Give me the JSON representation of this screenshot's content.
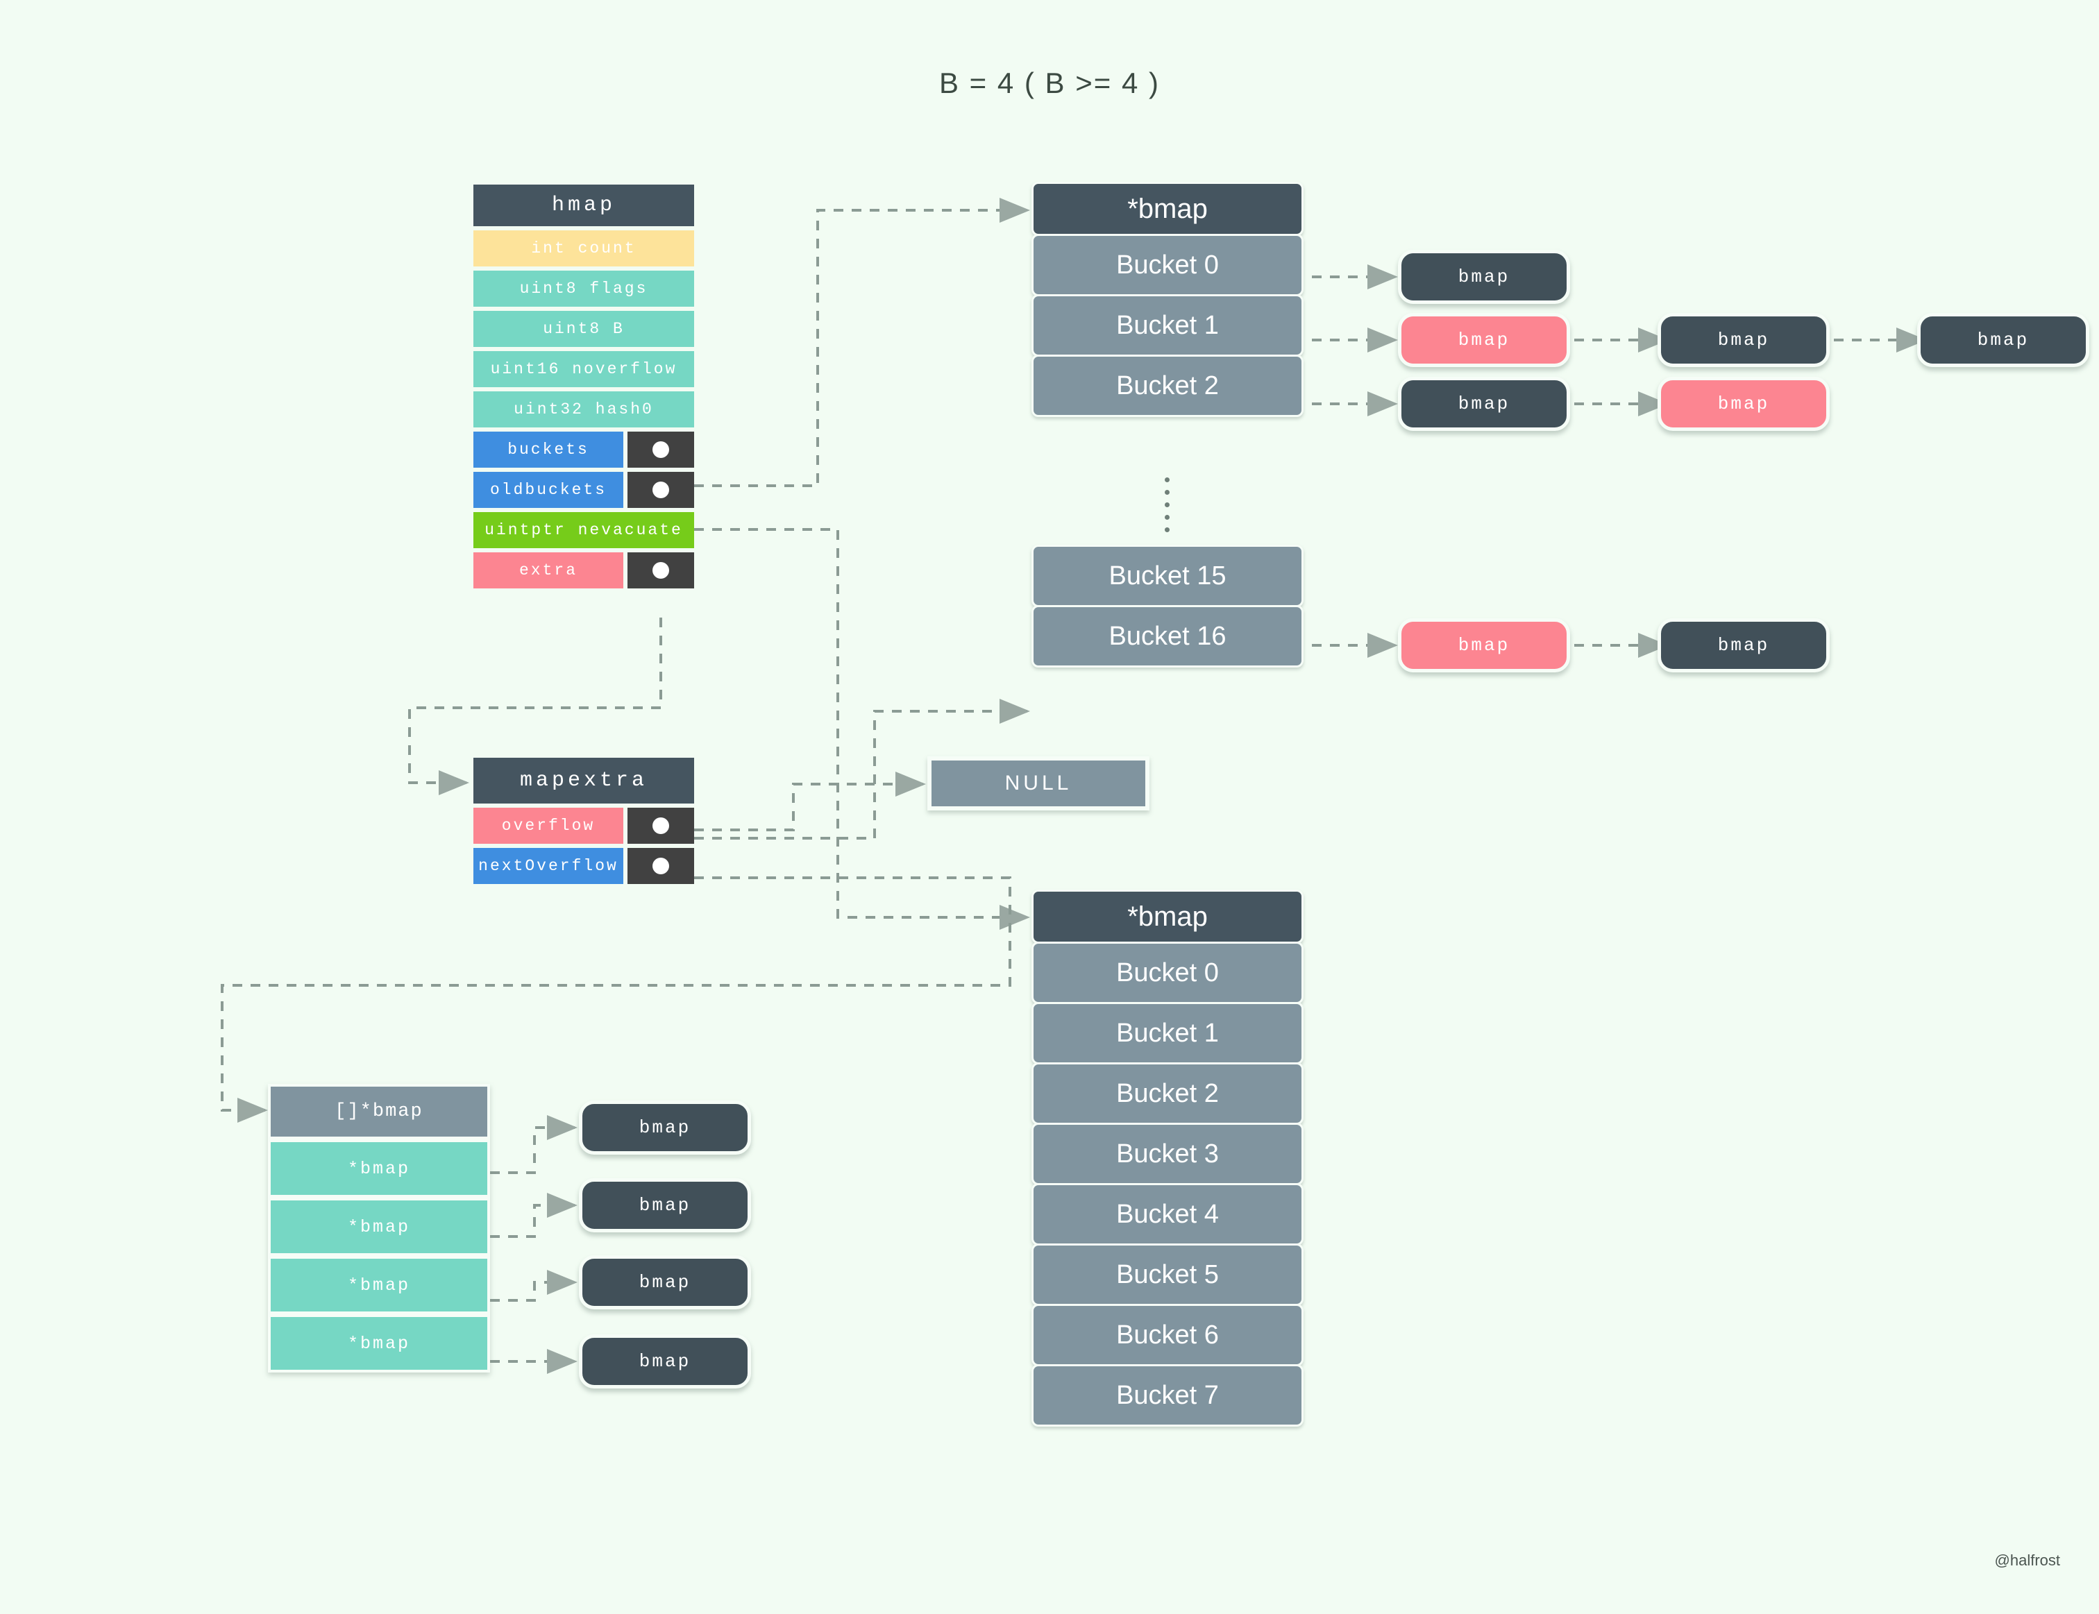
{
  "title": "B = 4 ( B >= 4 )",
  "watermark": "@halfrost",
  "colors": {
    "background": "#f2fcf3",
    "header_dark": "#455560",
    "bucket_slate": "#80949f",
    "pill_dark": "#415059",
    "pill_pink": "#fc8591",
    "field_yellow": "#fde39a",
    "field_teal": "#76d7c4",
    "field_blue": "#3f8ee0",
    "field_green": "#76cc1a",
    "field_pink": "#fc8591",
    "pointer_cell": "#414141",
    "wire": "#8b9b94"
  },
  "hmap": {
    "header": "hmap",
    "fields": [
      {
        "label": "int count",
        "color": "yellow",
        "pointer": false
      },
      {
        "label": "uint8 flags",
        "color": "teal",
        "pointer": false
      },
      {
        "label": "uint8 B",
        "color": "teal",
        "pointer": false
      },
      {
        "label": "uint16 noverflow",
        "color": "teal",
        "pointer": false
      },
      {
        "label": "uint32 hash0",
        "color": "teal",
        "pointer": false
      },
      {
        "label": "buckets",
        "color": "blue",
        "pointer": true
      },
      {
        "label": "oldbuckets",
        "color": "blue",
        "pointer": true
      },
      {
        "label": "uintptr nevacuate",
        "color": "green",
        "pointer": false
      },
      {
        "label": "extra",
        "color": "pink",
        "pointer": true
      }
    ]
  },
  "mapextra": {
    "header": "mapextra",
    "fields": [
      {
        "label": "overflow",
        "color": "pink",
        "pointer": true
      },
      {
        "label": "nextOverflow",
        "color": "blue",
        "pointer": true
      }
    ]
  },
  "buckets_table": {
    "header": "*bmap",
    "rows": [
      "Bucket 0",
      "Bucket 1",
      "Bucket 2"
    ],
    "ellipsis": true,
    "rows_tail": [
      "Bucket 15",
      "Bucket 16"
    ]
  },
  "oldbuckets_table": {
    "header": "*bmap",
    "rows": [
      "Bucket 0",
      "Bucket 1",
      "Bucket 2",
      "Bucket 3",
      "Bucket 4",
      "Bucket 5",
      "Bucket 6",
      "Bucket 7"
    ]
  },
  "null_box": {
    "label": "NULL"
  },
  "overflow_array": {
    "header": "[]*bmap",
    "slots": [
      "*bmap",
      "*bmap",
      "*bmap",
      "*bmap"
    ],
    "targets": [
      "bmap",
      "bmap",
      "bmap",
      "bmap"
    ]
  },
  "overflow_chains": [
    {
      "from": "Bucket 0",
      "pills": [
        {
          "label": "bmap",
          "color": "dark"
        }
      ]
    },
    {
      "from": "Bucket 1",
      "pills": [
        {
          "label": "bmap",
          "color": "pink"
        },
        {
          "label": "bmap",
          "color": "dark"
        },
        {
          "label": "bmap",
          "color": "dark"
        }
      ]
    },
    {
      "from": "Bucket 2",
      "pills": [
        {
          "label": "bmap",
          "color": "dark"
        },
        {
          "label": "bmap",
          "color": "pink"
        }
      ]
    },
    {
      "from": "Bucket 16",
      "pills": [
        {
          "label": "bmap",
          "color": "pink"
        },
        {
          "label": "bmap",
          "color": "dark"
        }
      ]
    }
  ]
}
